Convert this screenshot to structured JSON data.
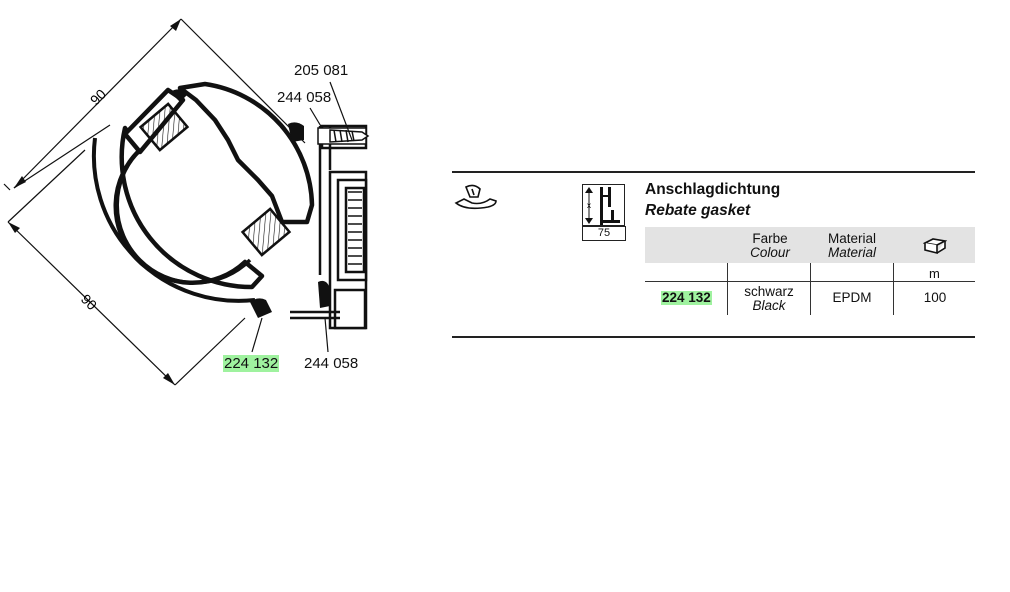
{
  "drawing": {
    "dim_top": "90",
    "dim_left": "90",
    "label_205081": "205 081",
    "label_244058_top": "244 058",
    "label_224132": "224 132",
    "label_244058_bottom": "244 058"
  },
  "product": {
    "title_de": "Anschlagdichtung",
    "title_en": "Rebate gasket",
    "dimension_value": "75"
  },
  "table": {
    "headers": {
      "colour_de": "Farbe",
      "colour_en": "Colour",
      "material_de": "Material",
      "material_en": "Material",
      "package_icon": "package-icon",
      "unit": "m"
    },
    "row": {
      "article": "224 132",
      "colour_de": "schwarz",
      "colour_en": "Black",
      "material": "EPDM",
      "quantity": "100"
    }
  },
  "colors": {
    "highlight": "#9ff29f",
    "header_bg": "#e3e3e3"
  }
}
